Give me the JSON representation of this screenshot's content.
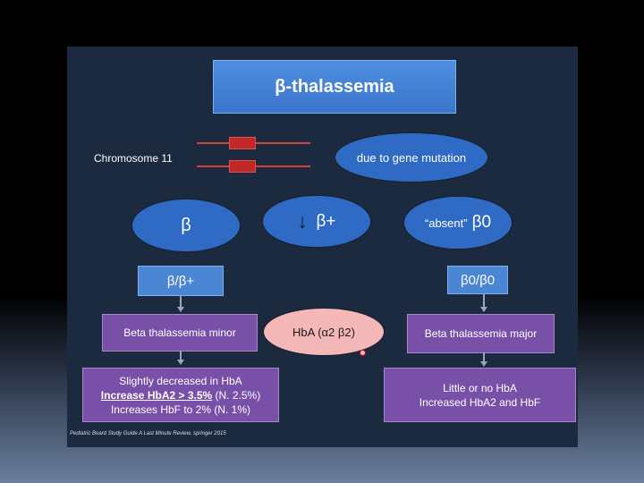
{
  "title": "β-thalassemia",
  "chromosome_label": "Chromosome 11",
  "gene_mutation": "due to gene mutation",
  "ellipses": {
    "beta": "β",
    "beta_plus_arrow": "↓",
    "beta_plus": "β+",
    "absent_prefix": "“absent”",
    "beta_zero": "β0"
  },
  "genotypes": {
    "left": "β/β+",
    "right": "β0/β0"
  },
  "conditions": {
    "minor": "Beta thalassemia minor",
    "major": "Beta thalassemia major"
  },
  "hba": "HbA (α2 β2)",
  "minor_details": {
    "line1": "Slightly decreased in HbA",
    "line2_bold": "Increase HbA2 > 3.5%",
    "line2_rest": " (N. 2.5%)",
    "line3": "Increases HbF to 2% (N. 1%)"
  },
  "major_details": {
    "line1": "Little or no HbA",
    "line2": "Increased HbA2 and HbF"
  },
  "citation": "Pediatric Board Study Guide A Last Minute Review, springer 2015",
  "colors": {
    "slide_bg": "#1c2a3f",
    "ellipse_blue": "#2f6bc4",
    "box_blue": "#4a86d4",
    "box_purple": "#7850a8",
    "hba_pink": "#f4b8b8",
    "chromosome_red": "#c02828"
  }
}
